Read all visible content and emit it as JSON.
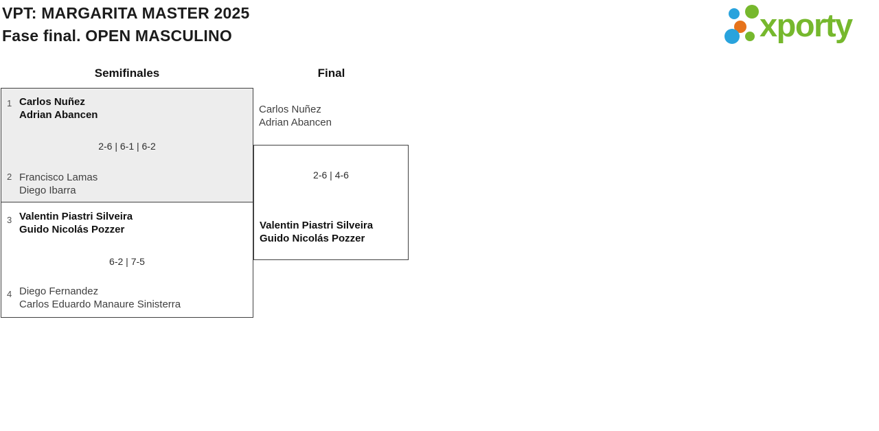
{
  "header": {
    "title": "VPT: MARGARITA MASTER 2025",
    "subtitle": "Fase final. OPEN MASCULINO"
  },
  "logo": {
    "text": "xporty",
    "colors": {
      "green": "#76b82d",
      "blue": "#29a3dd",
      "orange": "#e6731b"
    }
  },
  "rounds": {
    "semifinals": "Semifinales",
    "final": "Final"
  },
  "bracket": {
    "semifinal1": {
      "seed_top": "1",
      "team_top": [
        "Carlos Nuñez",
        "Adrian Abancen"
      ],
      "score": "2-6 | 6-1 | 6-2",
      "seed_bottom": "2",
      "team_bottom": [
        "Francisco Lamas",
        "Diego Ibarra"
      ],
      "winner_side": "top"
    },
    "semifinal2": {
      "seed_top": "3",
      "team_top": [
        "Valentin Piastri Silveira",
        "Guido Nicolás Pozzer"
      ],
      "score": "6-2 | 7-5",
      "seed_bottom": "4",
      "team_bottom": [
        "Diego Fernandez",
        "Carlos Eduardo Manaure Sinisterra"
      ],
      "winner_side": "top"
    },
    "final": {
      "team_top": [
        "Carlos Nuñez",
        "Adrian Abancen"
      ],
      "score": "2-6 | 4-6",
      "team_bottom": [
        "Valentin Piastri Silveira",
        "Guido Nicolás Pozzer"
      ],
      "winner_side": "bottom"
    }
  },
  "ui_colors": {
    "border": "#404040",
    "highlight_box_bg": "#ededed",
    "winner_text": "#101010",
    "loser_text": "#3f3f3f"
  }
}
